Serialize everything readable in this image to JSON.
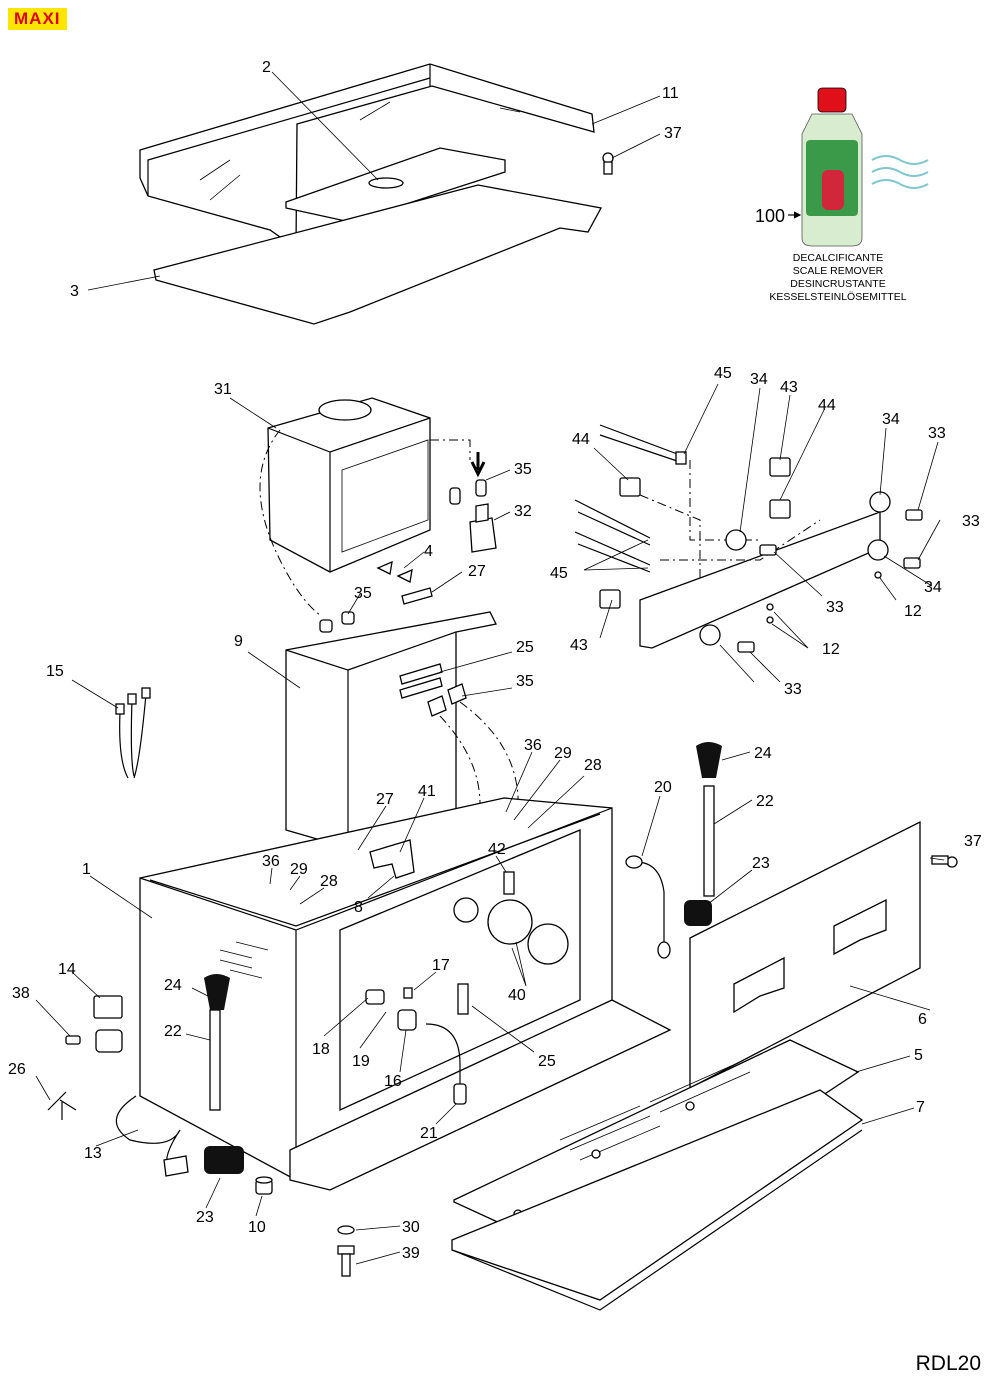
{
  "header": {
    "model_tag": "MAXI"
  },
  "footer": {
    "drawing_code": "RDL20"
  },
  "product": {
    "part_number": "100",
    "labels": [
      "DECALCIFICANTE",
      "SCALE REMOVER",
      "DESINCRUSTANTE",
      "KESSELSTEINLÖSEMITTEL"
    ]
  },
  "callouts": [
    "2",
    "11",
    "37",
    "3",
    "31",
    "45",
    "34",
    "43",
    "44",
    "34",
    "33",
    "44",
    "35",
    "32",
    "33",
    "4",
    "45",
    "27",
    "33",
    "12",
    "35",
    "43",
    "34",
    "12",
    "33",
    "9",
    "25",
    "35",
    "15",
    "36",
    "29",
    "28",
    "24",
    "27",
    "41",
    "20",
    "22",
    "42",
    "37",
    "1",
    "36",
    "29",
    "28",
    "23",
    "8",
    "17",
    "24",
    "14",
    "38",
    "40",
    "6",
    "22",
    "18",
    "19",
    "25",
    "16",
    "5",
    "26",
    "21",
    "7",
    "13",
    "23",
    "10",
    "30",
    "39"
  ],
  "colors": {
    "tag_bg": "#ffe600",
    "tag_text": "#e0001a",
    "bottle_cap": "#e0101a",
    "bottle_body": "#d8ecd0",
    "bottle_label": "#3a9a4a",
    "wave": "#7fc6cf"
  }
}
